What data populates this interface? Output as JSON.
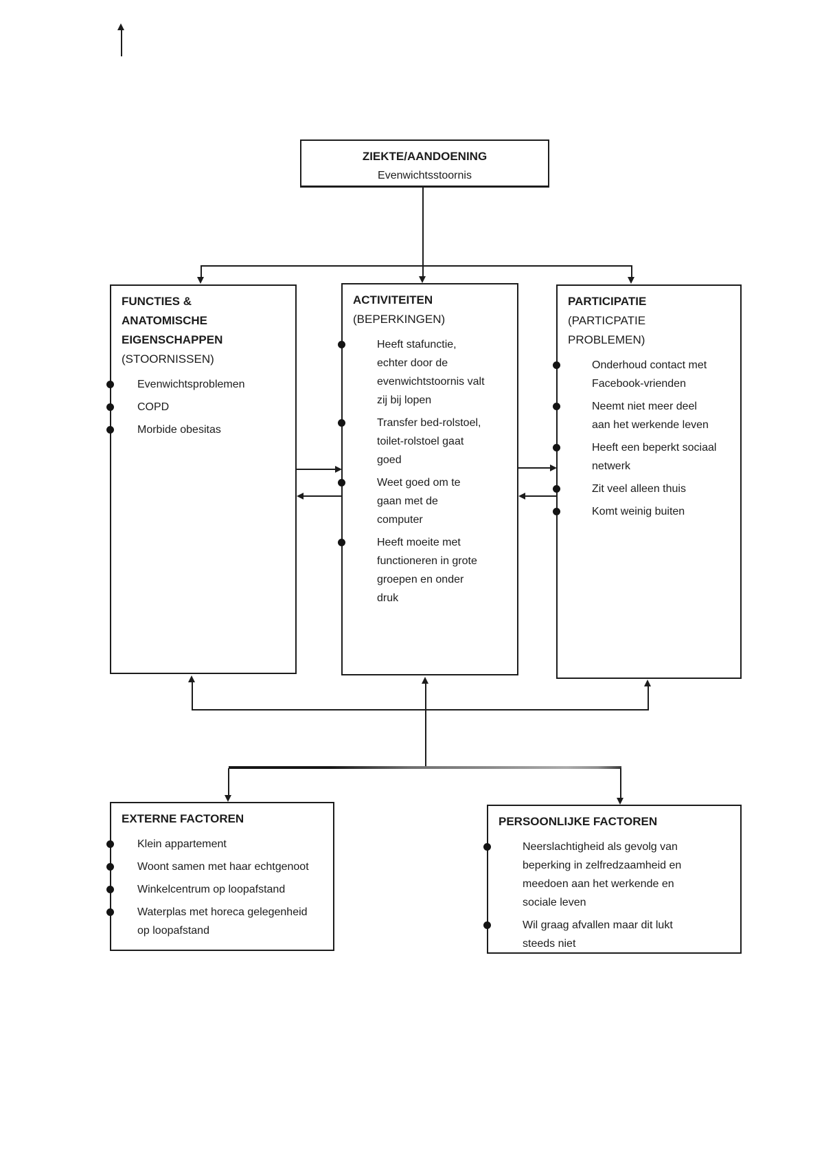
{
  "colors": {
    "ink": "#1c1c1c",
    "background": "#ffffff",
    "faded_connector": "#8a8a8a"
  },
  "top_box": {
    "title": "ZIEKTE/AANDOENING",
    "subtitle": "Evenwichtsstoornis"
  },
  "functies": {
    "title_bold": [
      "FUNCTIES &",
      "ANATOMISCHE",
      "EIGENSCHAPPEN"
    ],
    "title_plain": [
      "(STOORNISSEN)"
    ],
    "items": [
      "Evenwichtsproblemen",
      "COPD",
      "Morbide obesitas"
    ]
  },
  "activiteiten": {
    "title_bold": [
      "ACTIVITEITEN"
    ],
    "title_plain": [
      "(BEPERKINGEN)"
    ],
    "items": [
      "Heeft stafunctie, echter door de evenwichtstoornis valt zij bij lopen",
      "Transfer bed-rolstoel, toilet-rolstoel gaat goed",
      "Weet goed om te gaan met de computer",
      "Heeft moeite met functioneren in grote groepen en onder druk"
    ]
  },
  "participatie": {
    "title_bold": [
      "PARTICIPATIE"
    ],
    "title_plain": [
      "(PARTICPATIE",
      "PROBLEMEN)"
    ],
    "items": [
      "Onderhoud contact met Facebook-vrienden",
      "Neemt niet meer deel aan het werkende leven",
      "Heeft een beperkt sociaal netwerk",
      "Zit veel alleen thuis",
      "Komt weinig buiten"
    ]
  },
  "externe": {
    "title_bold": [
      "EXTERNE FACTOREN"
    ],
    "title_plain": [],
    "items": [
      "Klein appartement",
      "Woont samen met haar echtgenoot",
      "Winkelcentrum op loopafstand",
      "Waterplas met horeca gelegenheid op loopafstand"
    ]
  },
  "persoonlijke": {
    "title_bold": [
      "PERSOONLIJKE FACTOREN"
    ],
    "title_plain": [],
    "items": [
      "Neerslachtigheid als gevolg van beperking in zelfredzaamheid en meedoen aan het werkende en sociale leven",
      "Wil graag afvallen maar dit lukt steeds niet"
    ]
  }
}
